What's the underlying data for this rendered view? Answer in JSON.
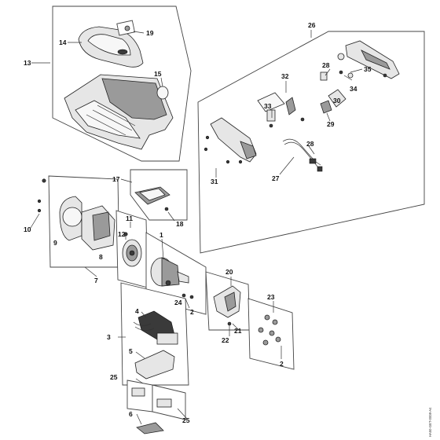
{
  "diagram": {
    "labels": {
      "l1": "1",
      "l2a": "2",
      "l2b": "2",
      "l3": "3",
      "l4": "4",
      "l5": "5",
      "l6": "6",
      "l7": "7",
      "l8": "8",
      "l9": "9",
      "l10": "10",
      "l11": "11",
      "l12": "12",
      "l13": "13",
      "l14": "14",
      "l15": "15",
      "l17": "17",
      "l18": "18",
      "l19": "19",
      "l20": "20",
      "l21": "21",
      "l22": "22",
      "l23": "23",
      "l24": "24",
      "l25a": "25",
      "l25b": "25",
      "l26": "26",
      "l27": "27",
      "l28a": "28",
      "l28b": "28",
      "l29": "29",
      "l30": "30",
      "l31": "31",
      "l32": "32",
      "l33": "33",
      "l34": "34",
      "l35": "35"
    },
    "drawing_code": "HA50-GET-0008-A4"
  }
}
